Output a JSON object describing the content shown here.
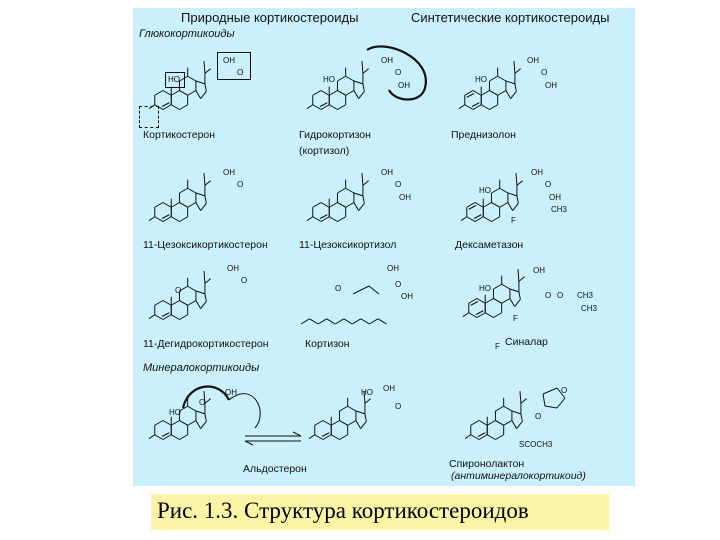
{
  "headers": {
    "natural": "Природные кортикостероиды",
    "synthetic": "Синтетические кортикостероиды"
  },
  "sections": {
    "glucocorticoids": "Глюкокортикоиды",
    "mineralocorticoids": "Минералокортикоиды"
  },
  "compounds": {
    "corticosterone": "Кортикостерон",
    "hydrocortisone": "Гидрокортизон",
    "hydrocortisone_alt": "(кортизол)",
    "prednisolone": "Преднизолон",
    "deoxycorticosterone": "11-Цезоксикортикостерон",
    "deoxycortisol": "11-Цезоксикортизол",
    "dexamethasone": "Дексаметазон",
    "dehydrocorticosterone": "11-Дегидрокортикостерон",
    "cortisone": "Кортизон",
    "synalar": "Синалар",
    "aldosterone": "Альдостерон",
    "spironolactone": "Спиронолактон",
    "spironolactone_note": "(антиминералокортикоид)"
  },
  "atoms": {
    "oh": "OH",
    "ho": "HO",
    "o": "O",
    "f": "F",
    "ch3": "CH3",
    "sco": "SCOCH3"
  },
  "caption": "Рис. 1.3. Структура кортикостероидов"
}
